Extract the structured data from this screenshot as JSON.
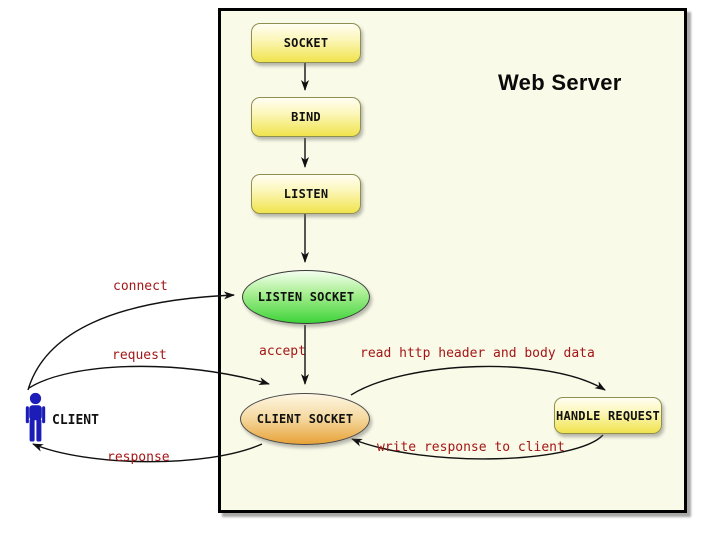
{
  "title": "Web Server",
  "client": {
    "label": "CLIENT"
  },
  "nodes": {
    "socket": {
      "label": "SOCKET"
    },
    "bind": {
      "label": "BIND"
    },
    "listen": {
      "label": "LISTEN"
    },
    "listen_socket": {
      "label": "LISTEN SOCKET"
    },
    "client_socket": {
      "label": "CLIENT SOCKET"
    },
    "handle_request": {
      "label": "HANDLE REQUEST"
    }
  },
  "edges": {
    "connect": {
      "label": "connect"
    },
    "request": {
      "label": "request"
    },
    "response": {
      "label": "response"
    },
    "accept": {
      "label": "accept"
    },
    "read_http": {
      "label": "read http header and body data"
    },
    "write_response": {
      "label": "write response to client"
    }
  },
  "colors": {
    "server_background": "#fafae9",
    "server_border": "#000000",
    "edge_label_text": "#a31717",
    "yellow_node_top": "#fffef2",
    "yellow_node_bottom": "#f0e34e",
    "green_node_top": "#f4fff0",
    "green_node_bottom": "#3ed33a",
    "orange_node_top": "#fdf7e3",
    "orange_node_bottom": "#e7a238",
    "client_figure_blue": "#1c1cb8",
    "arrow_stroke": "#111111"
  }
}
